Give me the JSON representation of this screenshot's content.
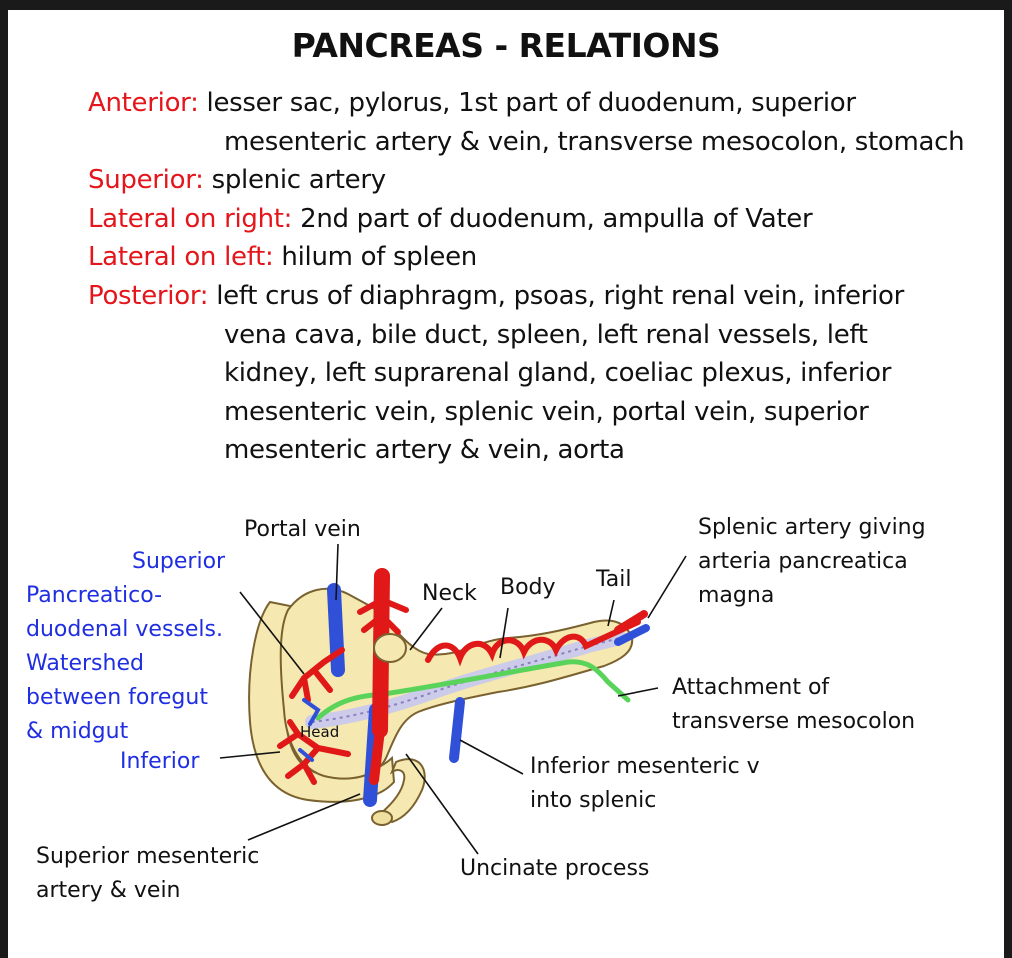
{
  "title": "PANCREAS - RELATIONS",
  "relations": [
    {
      "key": "Anterior:",
      "lines": [
        "lesser sac, pylorus, 1st part of duodenum, superior",
        "mesenteric artery & vein, transverse mesocolon, stomach"
      ]
    },
    {
      "key": "Superior:",
      "lines": [
        "splenic artery"
      ]
    },
    {
      "key": "Lateral on right:",
      "lines": [
        "2nd part of duodenum, ampulla of Vater"
      ]
    },
    {
      "key": "Lateral on left:",
      "lines": [
        "hilum of spleen"
      ]
    },
    {
      "key": "Posterior:",
      "lines": [
        "left crus of diaphragm, psoas, right renal vein, inferior",
        "vena cava, bile duct, spleen, left renal vessels, left",
        "kidney, left suprarenal gland, coeliac plexus, inferior",
        "mesenteric vein, splenic vein, portal vein, superior",
        "mesenteric artery & vein, aorta"
      ]
    }
  ],
  "diagram": {
    "labels": {
      "portal_vein": "Portal vein",
      "neck": "Neck",
      "body": "Body",
      "tail": "Tail",
      "head": "Head",
      "splenic_artery": [
        "Splenic artery giving",
        "arteria pancreatica",
        "magna"
      ],
      "attachment": [
        "Attachment of",
        "transverse mesocolon"
      ],
      "inferior_mesenteric": [
        "Inferior mesenteric v",
        "into splenic"
      ],
      "uncinate": "Uncinate process",
      "sma": [
        "Superior mesenteric",
        "artery & vein"
      ],
      "superior": "Superior",
      "pd_vessels": [
        "Pancreatico-",
        "duodenal vessels.",
        "Watershed",
        "between foregut",
        "& midgut"
      ],
      "inferior": "Inferior"
    }
  },
  "colors": {
    "relation_key": "#e4161b",
    "blue_label": "#1f2ee0",
    "pancreas": "#f5e8b0",
    "artery": "#e01818",
    "vein": "#3050d8",
    "mesocolon": "#5ad35a"
  }
}
